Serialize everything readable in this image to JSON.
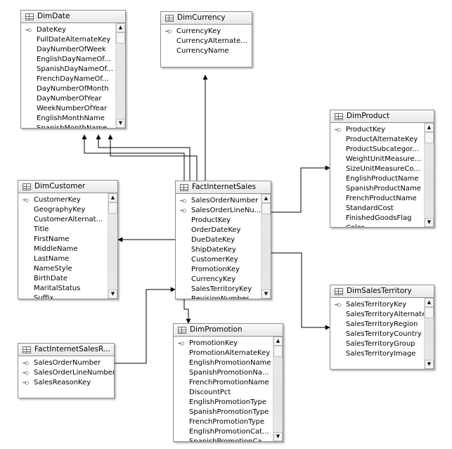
{
  "tables": {
    "dimdate": {
      "title": "DimDate",
      "columns": [
        {
          "name": "DateKey",
          "key": true
        },
        {
          "name": "FullDateAlternateKey"
        },
        {
          "name": "DayNumberOfWeek"
        },
        {
          "name": "EnglishDayNameOf..."
        },
        {
          "name": "SpanishDayNameOf..."
        },
        {
          "name": "FrenchDayNameOf..."
        },
        {
          "name": "DayNumberOfMonth"
        },
        {
          "name": "DayNumberOfYear"
        },
        {
          "name": "WeekNumberOfYear"
        },
        {
          "name": "EnglishMonthName"
        },
        {
          "name": "SpanishMonthName"
        }
      ]
    },
    "dimcurrency": {
      "title": "DimCurrency",
      "columns": [
        {
          "name": "CurrencyKey",
          "key": true
        },
        {
          "name": "CurrencyAlternate..."
        },
        {
          "name": "CurrencyName"
        }
      ]
    },
    "dimproduct": {
      "title": "DimProduct",
      "columns": [
        {
          "name": "ProductKey",
          "key": true
        },
        {
          "name": "ProductAlternateKey"
        },
        {
          "name": "ProductSubcategor..."
        },
        {
          "name": "WeightUnitMeasure..."
        },
        {
          "name": "SizeUnitMeasureCo..."
        },
        {
          "name": "EnglishProductName"
        },
        {
          "name": "SpanishProductName"
        },
        {
          "name": "FrenchProductName"
        },
        {
          "name": "StandardCost"
        },
        {
          "name": "FinishedGoodsFlag"
        },
        {
          "name": "Color"
        }
      ]
    },
    "dimcustomer": {
      "title": "DimCustomer",
      "columns": [
        {
          "name": "CustomerKey",
          "key": true
        },
        {
          "name": "GeographyKey"
        },
        {
          "name": "CustomerAlternat..."
        },
        {
          "name": "Title"
        },
        {
          "name": "FirstName"
        },
        {
          "name": "MiddleName"
        },
        {
          "name": "LastName"
        },
        {
          "name": "NameStyle"
        },
        {
          "name": "BirthDate"
        },
        {
          "name": "MaritalStatus"
        },
        {
          "name": "Suffix"
        }
      ]
    },
    "factinternetsales": {
      "title": "FactInternetSales",
      "columns": [
        {
          "name": "SalesOrderNumber",
          "key": true
        },
        {
          "name": "SalesOrderLineNu...",
          "key": true
        },
        {
          "name": "ProductKey"
        },
        {
          "name": "OrderDateKey"
        },
        {
          "name": "DueDateKey"
        },
        {
          "name": "ShipDateKey"
        },
        {
          "name": "CustomerKey"
        },
        {
          "name": "PromotionKey"
        },
        {
          "name": "CurrencyKey"
        },
        {
          "name": "SalesTerritoryKey"
        },
        {
          "name": "RevisionNumber"
        }
      ]
    },
    "dimsalesterritory": {
      "title": "DimSalesTerritory",
      "columns": [
        {
          "name": "SalesTerritoryKey",
          "key": true
        },
        {
          "name": "SalesTerritoryAlternate..."
        },
        {
          "name": "SalesTerritoryRegion"
        },
        {
          "name": "SalesTerritoryCountry"
        },
        {
          "name": "SalesTerritoryGroup"
        },
        {
          "name": "SalesTerritoryImage"
        }
      ]
    },
    "factinternetsalesreason": {
      "title": "FactInternetSalesR...",
      "columns": [
        {
          "name": "SalesOrderNumber",
          "key": true
        },
        {
          "name": "SalesOrderLineNumber",
          "key": true
        },
        {
          "name": "SalesReasonKey",
          "key": true
        }
      ]
    },
    "dimpromotion": {
      "title": "DimPromotion",
      "columns": [
        {
          "name": "PromotionKey",
          "key": true
        },
        {
          "name": "PromotionAlternateKey"
        },
        {
          "name": "EnglishPromotionName"
        },
        {
          "name": "SpanishPromotionNa..."
        },
        {
          "name": "FrenchPromotionName"
        },
        {
          "name": "DiscountPct"
        },
        {
          "name": "EnglishPromotionType"
        },
        {
          "name": "SpanishPromotionType"
        },
        {
          "name": "FrenchPromotionType"
        },
        {
          "name": "EnglishPromotionCat..."
        },
        {
          "name": "SpanishPromotionCa..."
        }
      ]
    }
  },
  "icons": {
    "table": "table-grid-icon",
    "key": "primary-key-icon",
    "scroll_up": "▲",
    "scroll_down": "▼"
  },
  "colors": {
    "line": "#000000",
    "border": "#8c8c8c",
    "header": "#ececec"
  }
}
